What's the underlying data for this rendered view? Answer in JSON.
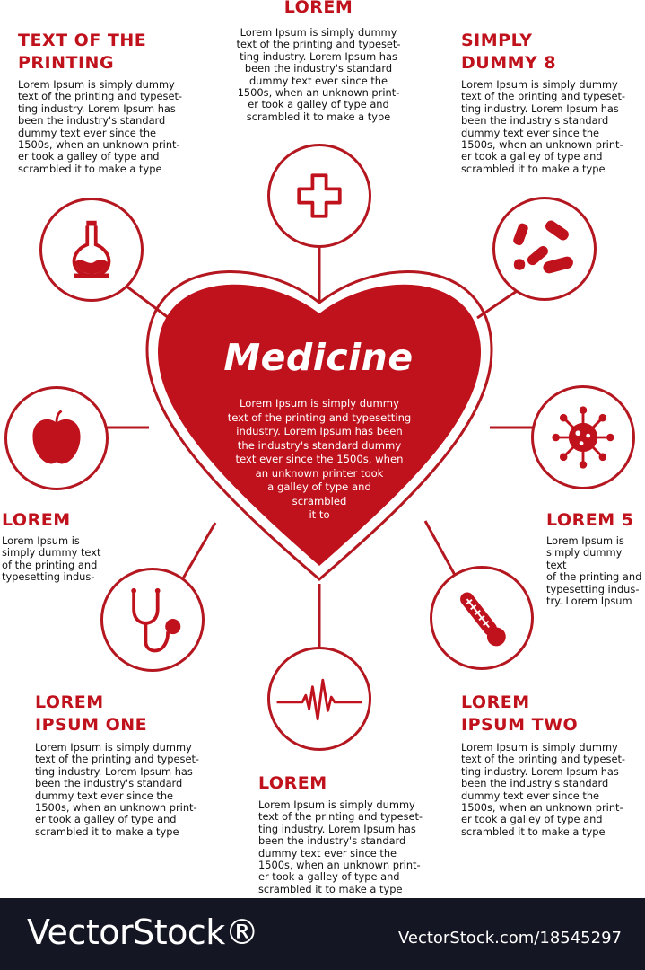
{
  "center": {
    "title": "Medicine",
    "text": "Lorem Ipsum is simply dummy\ntext of the printing and typesetting\nindustry. Lorem Ipsum has been\nthe industry's standard dummy\ntext ever since the 1500s, when\nan unknown printer took\na galley of type and\nscrambled\nit to"
  },
  "blocks": {
    "top_center": {
      "title": "LOREM",
      "text": "Lorem Ipsum is simply dummy\ntext of the printing and typeset-\nting industry. Lorem Ipsum has\nbeen the industry's standard\ndummy text ever since the\n1500s, when an unknown print-\ner took a galley of type and\nscrambled it to make a type"
    },
    "top_left": {
      "title": "TEXT OF THE\nPRINTING",
      "text": "Lorem Ipsum is simply dummy\ntext of the printing and typeset-\nting industry. Lorem Ipsum has\nbeen the industry's standard\ndummy text ever since the\n1500s, when an unknown print-\ner took a galley of type and\nscrambled it to make a type"
    },
    "top_right": {
      "title": "SIMPLY\nDUMMY 8",
      "text": "Lorem Ipsum is simply dummy\ntext of the printing and typeset-\nting industry. Lorem Ipsum has\nbeen the industry's standard\ndummy text ever since the\n1500s, when an unknown print-\ner took a galley of type and\nscrambled it to make a type"
    },
    "mid_left": {
      "title": "LOREM",
      "text": "Lorem Ipsum is\nsimply dummy text\nof the printing and\ntypesetting indus-"
    },
    "mid_right": {
      "title": "LOREM 5",
      "text": "Lorem Ipsum is\nsimply dummy text\nof the printing and\ntypesetting indus-\ntry. Lorem Ipsum"
    },
    "bottom_left": {
      "title": "LOREM\nIPSUM ONE",
      "text": "Lorem Ipsum is simply dummy\ntext of the printing and typeset-\nting industry. Lorem Ipsum has\nbeen the industry's standard\ndummy text ever since the\n1500s, when an unknown print-\ner took a galley of type and\nscrambled it to make a type"
    },
    "bottom_right": {
      "title": "LOREM\nIPSUM TWO",
      "text": "Lorem Ipsum is simply dummy\ntext of the printing and typeset-\nting industry. Lorem Ipsum has\nbeen the industry's standard\ndummy text ever since the\n1500s, when an unknown print-\ner took a galley of type and\nscrambled it to make a type"
    },
    "bottom_center": {
      "title": "LOREM",
      "text": "Lorem Ipsum is simply dummy\ntext of the printing and typeset-\nting industry. Lorem Ipsum has\nbeen the industry's standard\ndummy text ever since the\n1500s, when an unknown print-\ner took a galley of type and\nscrambled it to make a type"
    }
  },
  "icons": [
    "medical-cross-icon",
    "flask-icon",
    "pills-icon",
    "apple-icon",
    "virus-icon",
    "stethoscope-icon",
    "thermometer-icon",
    "heartbeat-icon",
    "heart-icon"
  ],
  "colors": {
    "accent": "#c0121c",
    "heart_fill": "#c0121c",
    "outline": "#b4171f",
    "footer_bg": "#151623"
  },
  "footer": {
    "brand": "VectorStock®",
    "id": "VectorStock.com/18545297"
  }
}
